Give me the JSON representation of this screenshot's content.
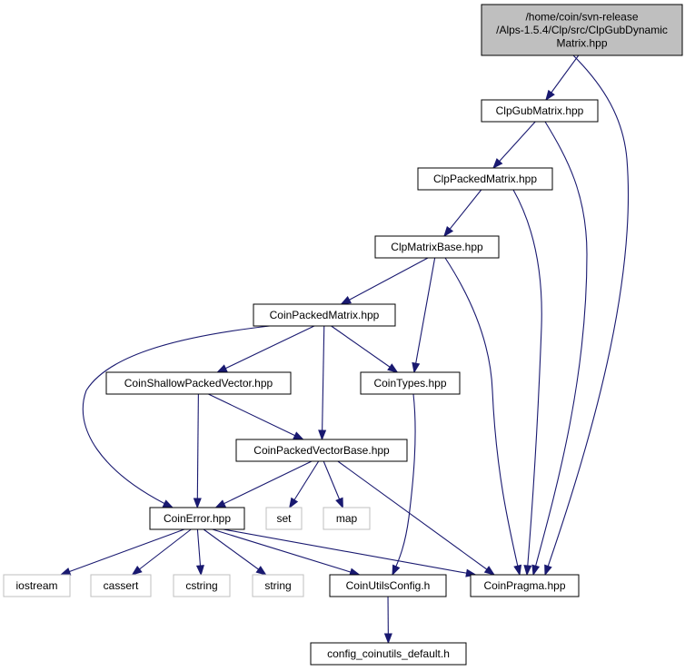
{
  "colors": {
    "edge": "#191970",
    "root_fill": "#bfbfbf",
    "root_border": "#000000",
    "file_border": "#000000",
    "system_border": "#bfbfbf",
    "background": "#ffffff"
  },
  "nodes": [
    {
      "id": "root",
      "kind": "root",
      "lines": [
        "/home/coin/svn-release",
        "/Alps-1.5.4/Clp/src/ClpGubDynamic",
        "Matrix.hpp"
      ]
    },
    {
      "id": "clpgubmatrix",
      "kind": "file",
      "lines": [
        "ClpGubMatrix.hpp"
      ]
    },
    {
      "id": "clppackedmatrix",
      "kind": "file",
      "lines": [
        "ClpPackedMatrix.hpp"
      ]
    },
    {
      "id": "clpmatrixbase",
      "kind": "file",
      "lines": [
        "ClpMatrixBase.hpp"
      ]
    },
    {
      "id": "coinpackedmatrix",
      "kind": "file",
      "lines": [
        "CoinPackedMatrix.hpp"
      ]
    },
    {
      "id": "coinshallowpackedvector",
      "kind": "file",
      "lines": [
        "CoinShallowPackedVector.hpp"
      ]
    },
    {
      "id": "cointypes",
      "kind": "file",
      "lines": [
        "CoinTypes.hpp"
      ]
    },
    {
      "id": "coinpackedvectorbase",
      "kind": "file",
      "lines": [
        "CoinPackedVectorBase.hpp"
      ]
    },
    {
      "id": "coinerror",
      "kind": "file",
      "lines": [
        "CoinError.hpp"
      ]
    },
    {
      "id": "set",
      "kind": "system",
      "lines": [
        "set"
      ]
    },
    {
      "id": "map",
      "kind": "system",
      "lines": [
        "map"
      ]
    },
    {
      "id": "iostream",
      "kind": "system",
      "lines": [
        "iostream"
      ]
    },
    {
      "id": "cassert",
      "kind": "system",
      "lines": [
        "cassert"
      ]
    },
    {
      "id": "cstring",
      "kind": "system",
      "lines": [
        "cstring"
      ]
    },
    {
      "id": "string",
      "kind": "system",
      "lines": [
        "string"
      ]
    },
    {
      "id": "coinutilsconfig",
      "kind": "file",
      "lines": [
        "CoinUtilsConfig.h"
      ]
    },
    {
      "id": "coinpragma",
      "kind": "file",
      "lines": [
        "CoinPragma.hpp"
      ]
    },
    {
      "id": "config_coinutils_default",
      "kind": "file",
      "lines": [
        "config_coinutils_default.h"
      ]
    }
  ],
  "edges": [
    {
      "from": "root",
      "to": "clpgubmatrix"
    },
    {
      "from": "root",
      "to": "coinpragma"
    },
    {
      "from": "clpgubmatrix",
      "to": "clppackedmatrix"
    },
    {
      "from": "clpgubmatrix",
      "to": "coinpragma"
    },
    {
      "from": "clppackedmatrix",
      "to": "clpmatrixbase"
    },
    {
      "from": "clppackedmatrix",
      "to": "coinpragma"
    },
    {
      "from": "clpmatrixbase",
      "to": "coinpackedmatrix"
    },
    {
      "from": "clpmatrixbase",
      "to": "cointypes"
    },
    {
      "from": "clpmatrixbase",
      "to": "coinpragma"
    },
    {
      "from": "coinpackedmatrix",
      "to": "coinerror"
    },
    {
      "from": "coinpackedmatrix",
      "to": "coinshallowpackedvector"
    },
    {
      "from": "coinpackedmatrix",
      "to": "coinpackedvectorbase"
    },
    {
      "from": "coinpackedmatrix",
      "to": "cointypes"
    },
    {
      "from": "coinshallowpackedvector",
      "to": "coinerror"
    },
    {
      "from": "coinshallowpackedvector",
      "to": "coinpackedvectorbase"
    },
    {
      "from": "cointypes",
      "to": "coinutilsconfig"
    },
    {
      "from": "coinpackedvectorbase",
      "to": "coinerror"
    },
    {
      "from": "coinpackedvectorbase",
      "to": "set"
    },
    {
      "from": "coinpackedvectorbase",
      "to": "map"
    },
    {
      "from": "coinpackedvectorbase",
      "to": "coinpragma"
    },
    {
      "from": "coinerror",
      "to": "iostream"
    },
    {
      "from": "coinerror",
      "to": "cassert"
    },
    {
      "from": "coinerror",
      "to": "cstring"
    },
    {
      "from": "coinerror",
      "to": "string"
    },
    {
      "from": "coinerror",
      "to": "coinutilsconfig"
    },
    {
      "from": "coinerror",
      "to": "coinpragma"
    },
    {
      "from": "coinutilsconfig",
      "to": "config_coinutils_default"
    }
  ]
}
